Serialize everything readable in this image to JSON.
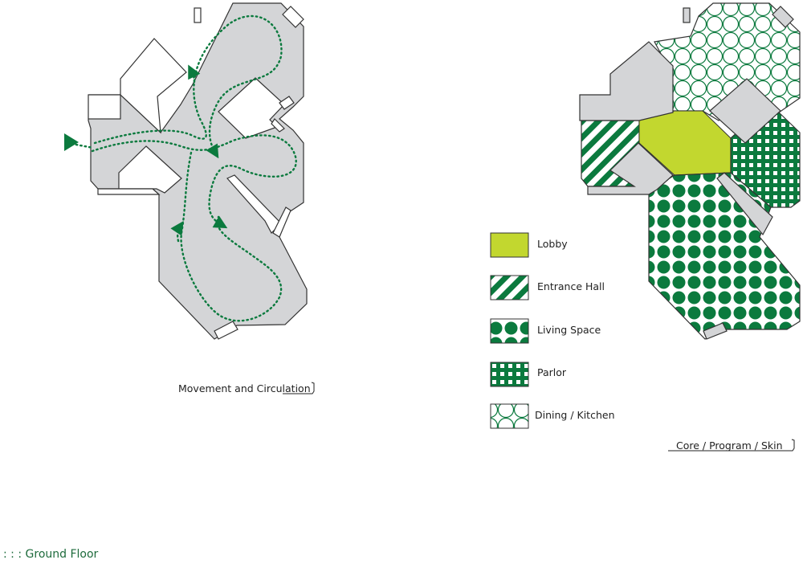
{
  "colors": {
    "accent_green": "#0b7a3e",
    "lobby_green": "#c2d72f",
    "floor_gray": "#d4d5d7",
    "outline": "#333333"
  },
  "left_diagram": {
    "caption": "Movement and Circulation",
    "icons": [
      "entry-arrow-icon",
      "circulation-arrow-icon"
    ]
  },
  "right_diagram": {
    "caption": "Core / Program / Skin",
    "legend": [
      {
        "label": "Lobby",
        "pattern": "solid"
      },
      {
        "label": "Entrance Hall",
        "pattern": "diagonal-stripes"
      },
      {
        "label": "Living Space",
        "pattern": "dots"
      },
      {
        "label": "Parlor",
        "pattern": "grid"
      },
      {
        "label": "Dining / Kitchen",
        "pattern": "circles"
      }
    ]
  },
  "footer": {
    "prefix": ": : :",
    "title": "Ground Floor"
  }
}
